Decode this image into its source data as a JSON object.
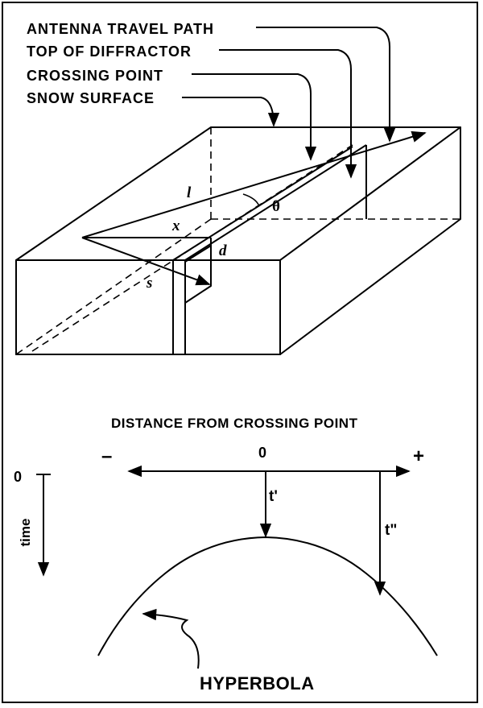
{
  "callouts": {
    "antenna_travel_path": "ANTENNA TRAVEL PATH",
    "top_of_diffractor": "TOP OF DIFFRACTOR",
    "crossing_point": "CROSSING POINT",
    "snow_surface": "SNOW SURFACE"
  },
  "variables": {
    "l": "l",
    "theta": "θ",
    "x": "x",
    "d": "d",
    "s": "s"
  },
  "profile": {
    "axis_title": "DISTANCE FROM CROSSING POINT",
    "zero": "0",
    "minus": "–",
    "plus": "+",
    "time_zero": "0",
    "time_label": "time",
    "t_prime": "t'",
    "t_double_prime": "t\"",
    "curve_label": "HYPERBOLA"
  }
}
